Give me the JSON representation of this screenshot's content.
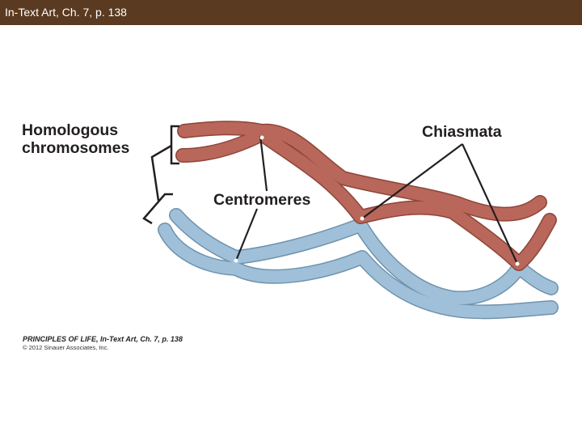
{
  "header": {
    "title": "In-Text Art, Ch. 7, p. 138",
    "background": "#5a3a20"
  },
  "diagram": {
    "labels": {
      "homologous_line1": "Homologous",
      "homologous_line2": "chromosomes",
      "centromeres": "Centromeres",
      "chiasmata": "Chiasmata"
    },
    "colors": {
      "red_chromosome": "#b8675a",
      "red_outline": "#8e4538",
      "blue_chromosome": "#9fc0d8",
      "blue_outline": "#6f93ad",
      "pointer_lines": "#231f20"
    }
  },
  "credit": {
    "title": "PRINCIPLES OF LIFE, In-Text Art, Ch. 7, p. 138",
    "copyright": "© 2012 Sinauer Associates, Inc."
  }
}
